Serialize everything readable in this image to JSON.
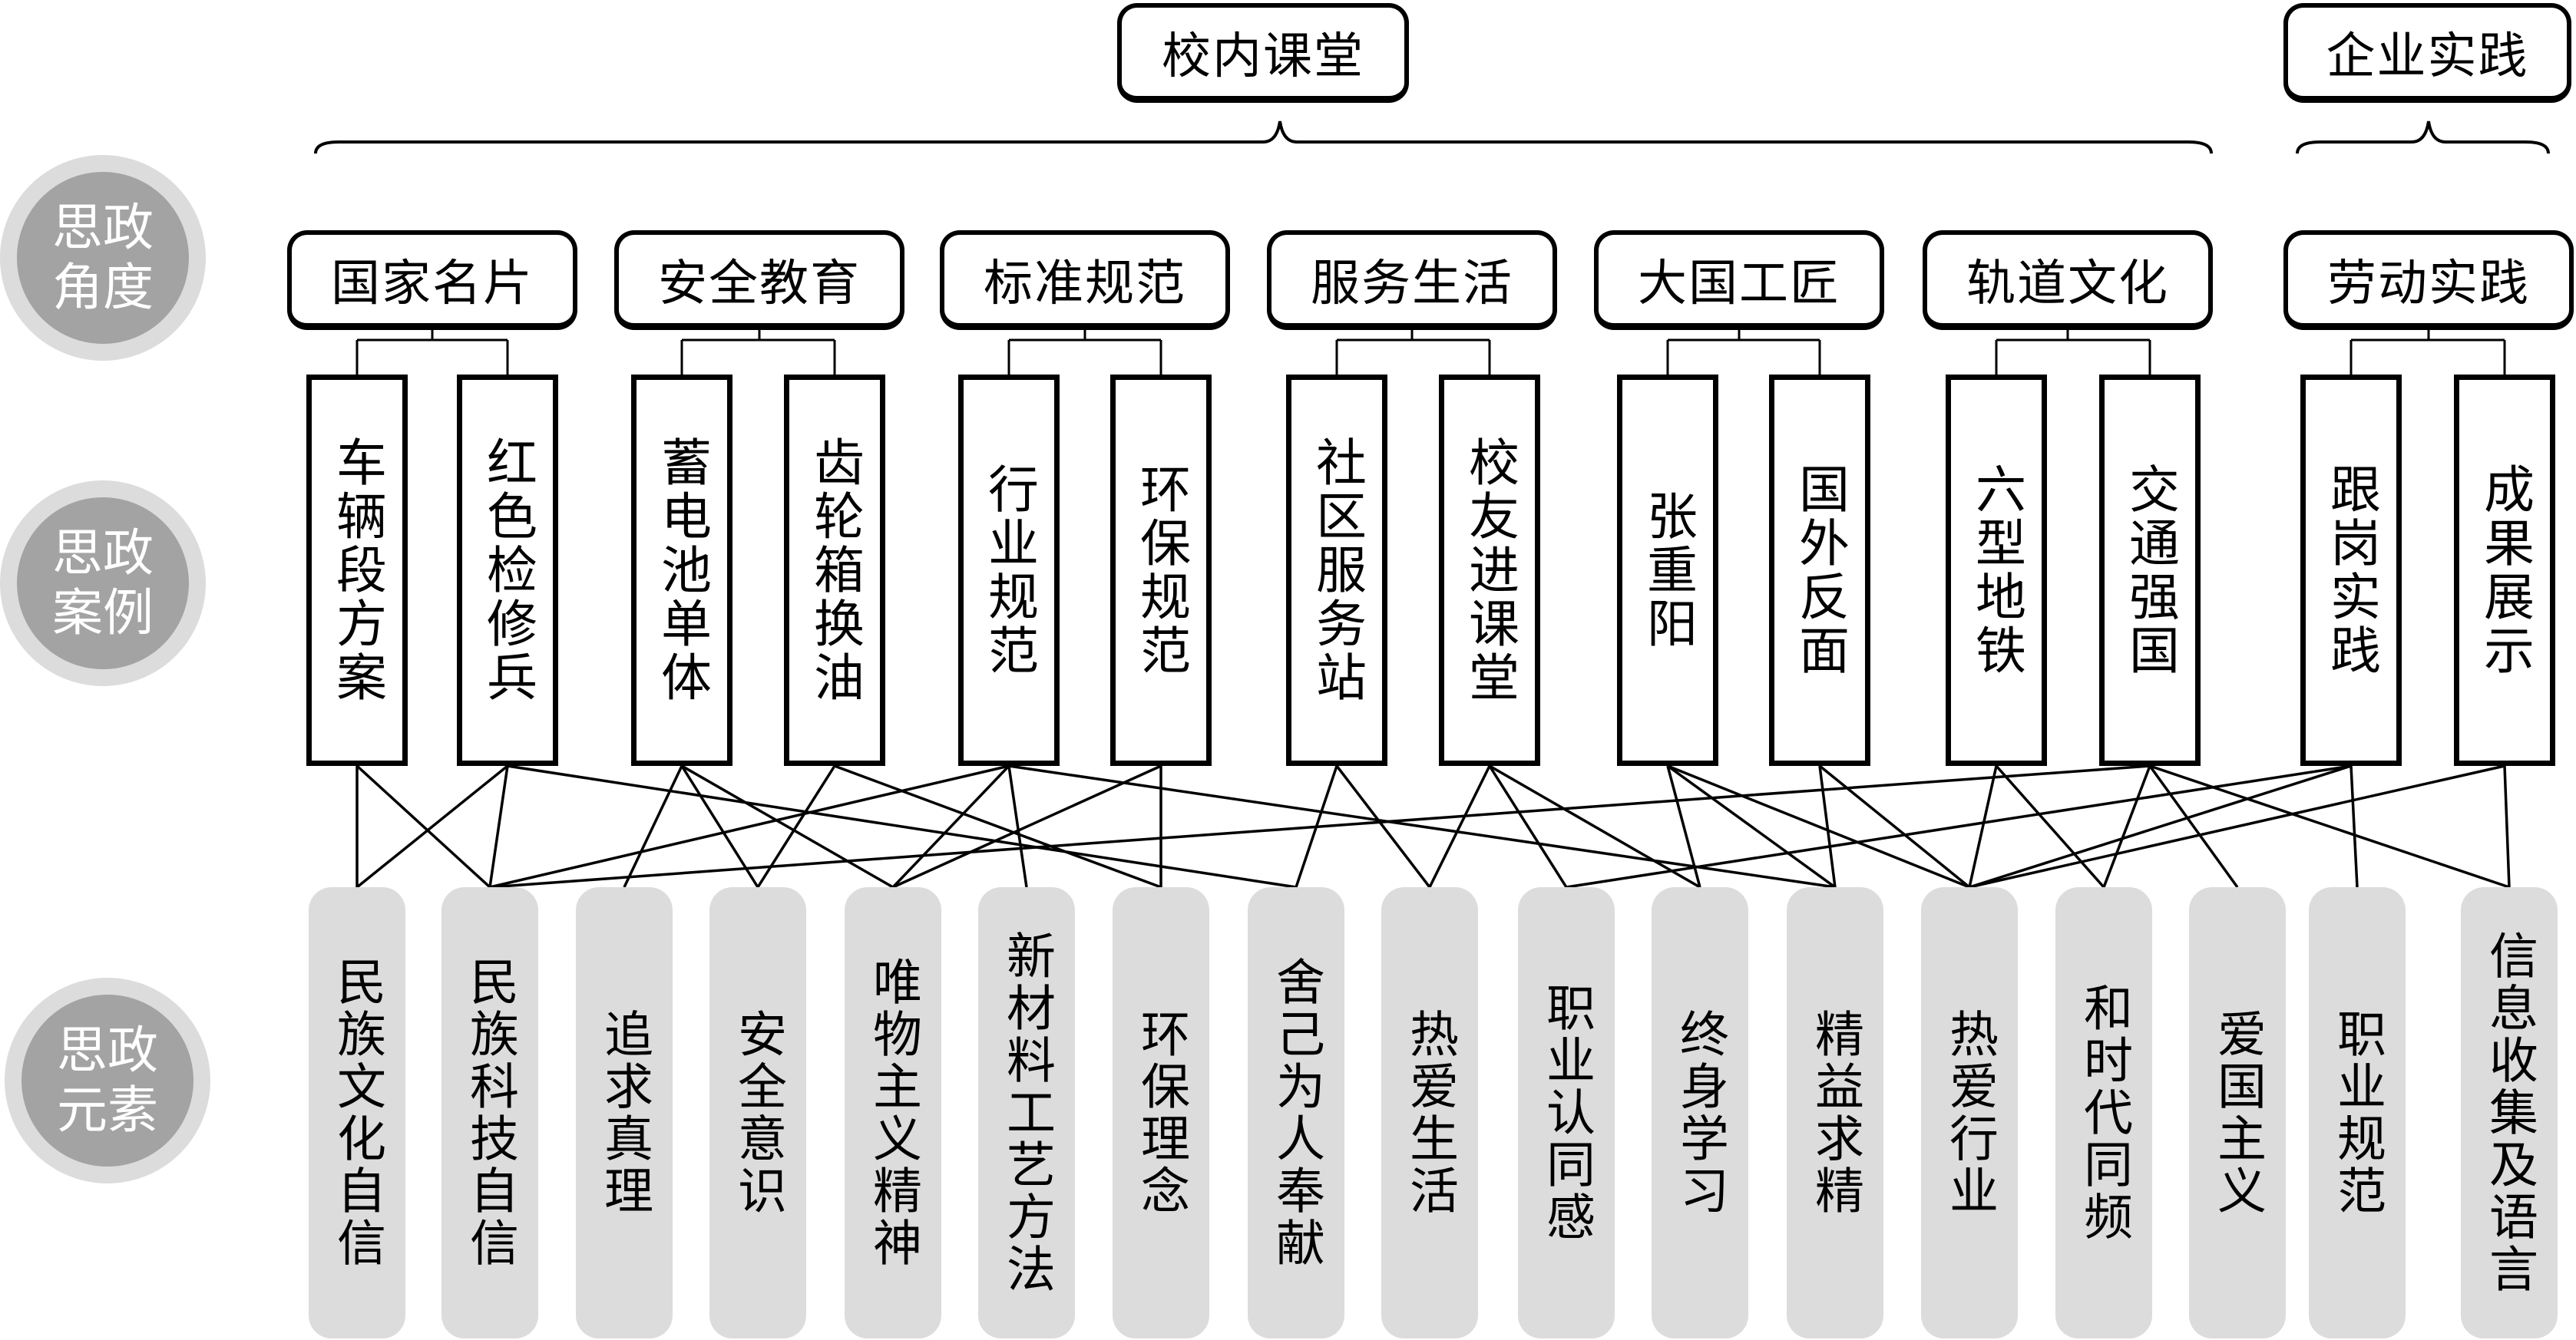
{
  "groups": [
    {
      "label": "校内课堂",
      "angles": [
        0,
        1,
        2,
        3,
        4,
        5
      ]
    },
    {
      "label": "企业实践",
      "angles": [
        6
      ]
    }
  ],
  "row_labels": {
    "angle": "思政角度",
    "case": "思政案例",
    "element": "思政元素"
  },
  "angles": [
    {
      "label": "国家名片",
      "cases": [
        0,
        1
      ]
    },
    {
      "label": "安全教育",
      "cases": [
        2,
        3
      ]
    },
    {
      "label": "标准规范",
      "cases": [
        4,
        5
      ]
    },
    {
      "label": "服务生活",
      "cases": [
        6,
        7
      ]
    },
    {
      "label": "大国工匠",
      "cases": [
        8,
        9
      ]
    },
    {
      "label": "轨道文化",
      "cases": [
        10,
        11
      ]
    },
    {
      "label": "劳动实践",
      "cases": [
        12,
        13
      ]
    }
  ],
  "cases": [
    {
      "label": "车辆段方案",
      "elements": [
        0,
        1
      ]
    },
    {
      "label": "红色检修兵",
      "elements": [
        0,
        1,
        7
      ]
    },
    {
      "label": "蓄电池单体",
      "elements": [
        2,
        3,
        4
      ]
    },
    {
      "label": "齿轮箱换油",
      "elements": [
        3,
        6
      ]
    },
    {
      "label": "行业规范",
      "elements": [
        1,
        4,
        5,
        11
      ]
    },
    {
      "label": "环保规范",
      "elements": [
        4,
        6
      ]
    },
    {
      "label": "社区服务站",
      "elements": [
        7,
        8
      ]
    },
    {
      "label": "校友进课堂",
      "elements": [
        8,
        9,
        10
      ]
    },
    {
      "label": "张重阳",
      "elements": [
        10,
        11,
        12
      ]
    },
    {
      "label": "国外反面",
      "elements": [
        11,
        12
      ]
    },
    {
      "label": "六型地铁",
      "elements": [
        12,
        13
      ]
    },
    {
      "label": "交通强国",
      "elements": [
        1,
        13,
        14,
        16
      ]
    },
    {
      "label": "跟岗实践",
      "elements": [
        9,
        12,
        15
      ]
    },
    {
      "label": "成果展示",
      "elements": [
        12,
        16
      ]
    }
  ],
  "elements": [
    {
      "label": "民族文化自信"
    },
    {
      "label": "民族科技自信"
    },
    {
      "label": "追求真理"
    },
    {
      "label": "安全意识"
    },
    {
      "label": "唯物主义精神"
    },
    {
      "label": "新材料工艺方法"
    },
    {
      "label": "环保理念"
    },
    {
      "label": "舍己为人奉献"
    },
    {
      "label": "热爱生活"
    },
    {
      "label": "职业认同感"
    },
    {
      "label": "终身学习"
    },
    {
      "label": "精益求精"
    },
    {
      "label": "热爱行业"
    },
    {
      "label": "和时代同频"
    },
    {
      "label": "爱国主义"
    },
    {
      "label": "职业规范"
    },
    {
      "label": "信息收集及语言"
    }
  ],
  "colors": {
    "circle_fill": "#a3a3a3",
    "circle_ring": "#dcdcdc",
    "element_fill": "#dcdcdc",
    "line": "#000000"
  }
}
